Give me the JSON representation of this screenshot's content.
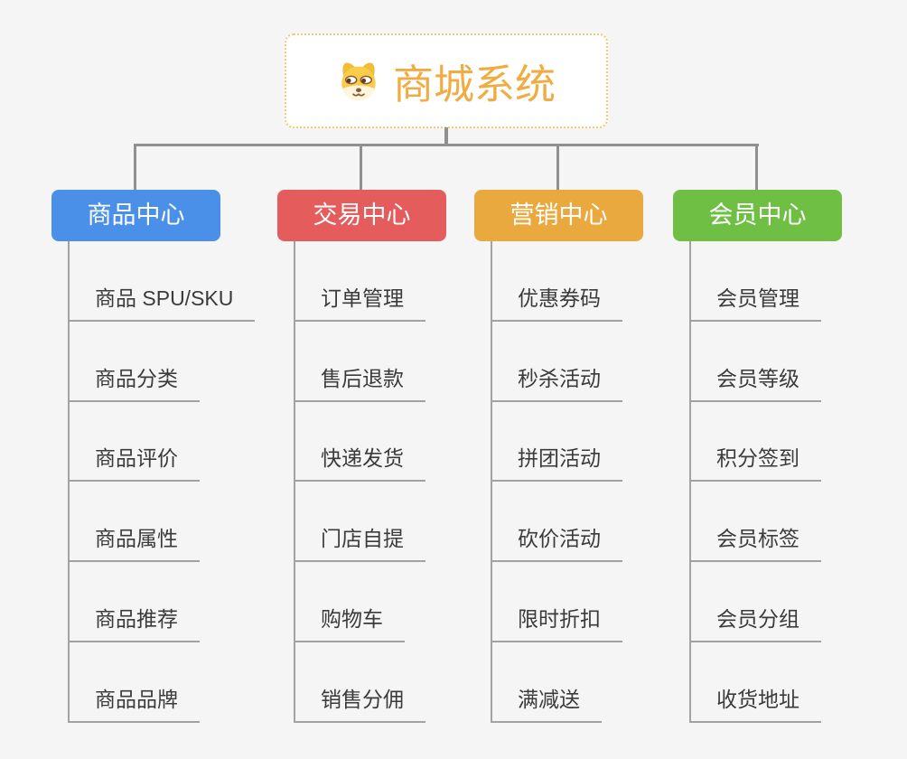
{
  "canvas": {
    "background_color": "#f5f5f5",
    "connector_color": "#909090",
    "underline_color": "#a2a2a2"
  },
  "root": {
    "title": "商城系统",
    "icon": "dog-face-emoji",
    "text_color": "#f0ac43",
    "border_color": "#f3c878"
  },
  "branches": [
    {
      "label": "商品中心",
      "color": "#4a90e8",
      "items": [
        "商品 SPU/SKU",
        "商品分类",
        "商品评价",
        "商品属性",
        "商品推荐",
        "商品品牌"
      ]
    },
    {
      "label": "交易中心",
      "color": "#e45c5c",
      "items": [
        "订单管理",
        "售后退款",
        "快递发货",
        "门店自提",
        "购物车",
        "销售分佣"
      ]
    },
    {
      "label": "营销中心",
      "color": "#eaa93e",
      "items": [
        "优惠券码",
        "秒杀活动",
        "拼团活动",
        "砍价活动",
        "限时折扣",
        "满减送"
      ]
    },
    {
      "label": "会员中心",
      "color": "#6fbf45",
      "items": [
        "会员管理",
        "会员等级",
        "积分签到",
        "会员标签",
        "会员分组",
        "收货地址"
      ]
    }
  ]
}
